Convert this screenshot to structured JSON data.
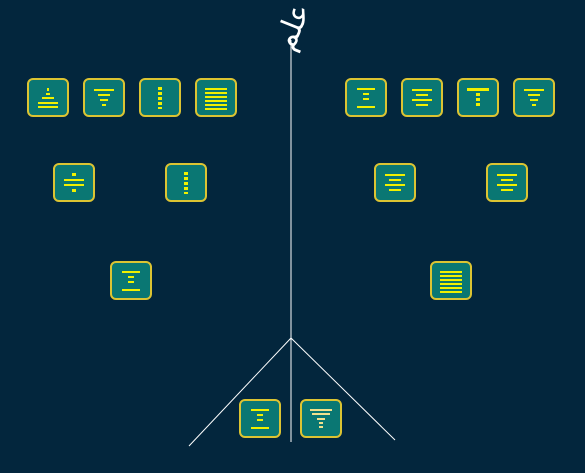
{
  "header": {
    "title": "علم"
  },
  "colors": {
    "background": "#03263d",
    "tile_fill": "#0a7773",
    "tile_border": "#dcc432",
    "mark": "#f0f000",
    "mark_pale": "#f2e18c",
    "line": "#ffffff"
  },
  "tiles": [
    {
      "name": "tile-left-row1-1",
      "icon": "ascending-rank-icon"
    },
    {
      "name": "tile-left-row1-2",
      "icon": "centered-bars-icon"
    },
    {
      "name": "tile-left-row1-3",
      "icon": "dashed-column-icon"
    },
    {
      "name": "tile-left-row1-4",
      "icon": "full-stack-icon"
    },
    {
      "name": "tile-left-row2-1",
      "icon": "divide-sign-icon"
    },
    {
      "name": "tile-left-row2-2",
      "icon": "dashed-column-icon"
    },
    {
      "name": "tile-left-row3-1",
      "icon": "spread-bars-icon"
    },
    {
      "name": "tile-right-row1-1",
      "icon": "spread-bars-icon"
    },
    {
      "name": "tile-right-row1-2",
      "icon": "stacked-bars-icon"
    },
    {
      "name": "tile-right-row1-3",
      "icon": "t-column-icon"
    },
    {
      "name": "tile-right-row1-4",
      "icon": "centered-bars-icon"
    },
    {
      "name": "tile-right-row2-1",
      "icon": "stacked-bars-icon"
    },
    {
      "name": "tile-right-row2-2",
      "icon": "stacked-bars-icon"
    },
    {
      "name": "tile-right-row3-1",
      "icon": "full-stack-icon"
    },
    {
      "name": "tile-root-1",
      "icon": "spread-bars-icon"
    },
    {
      "name": "tile-root-2",
      "icon": "tapered-bars-icon"
    }
  ]
}
